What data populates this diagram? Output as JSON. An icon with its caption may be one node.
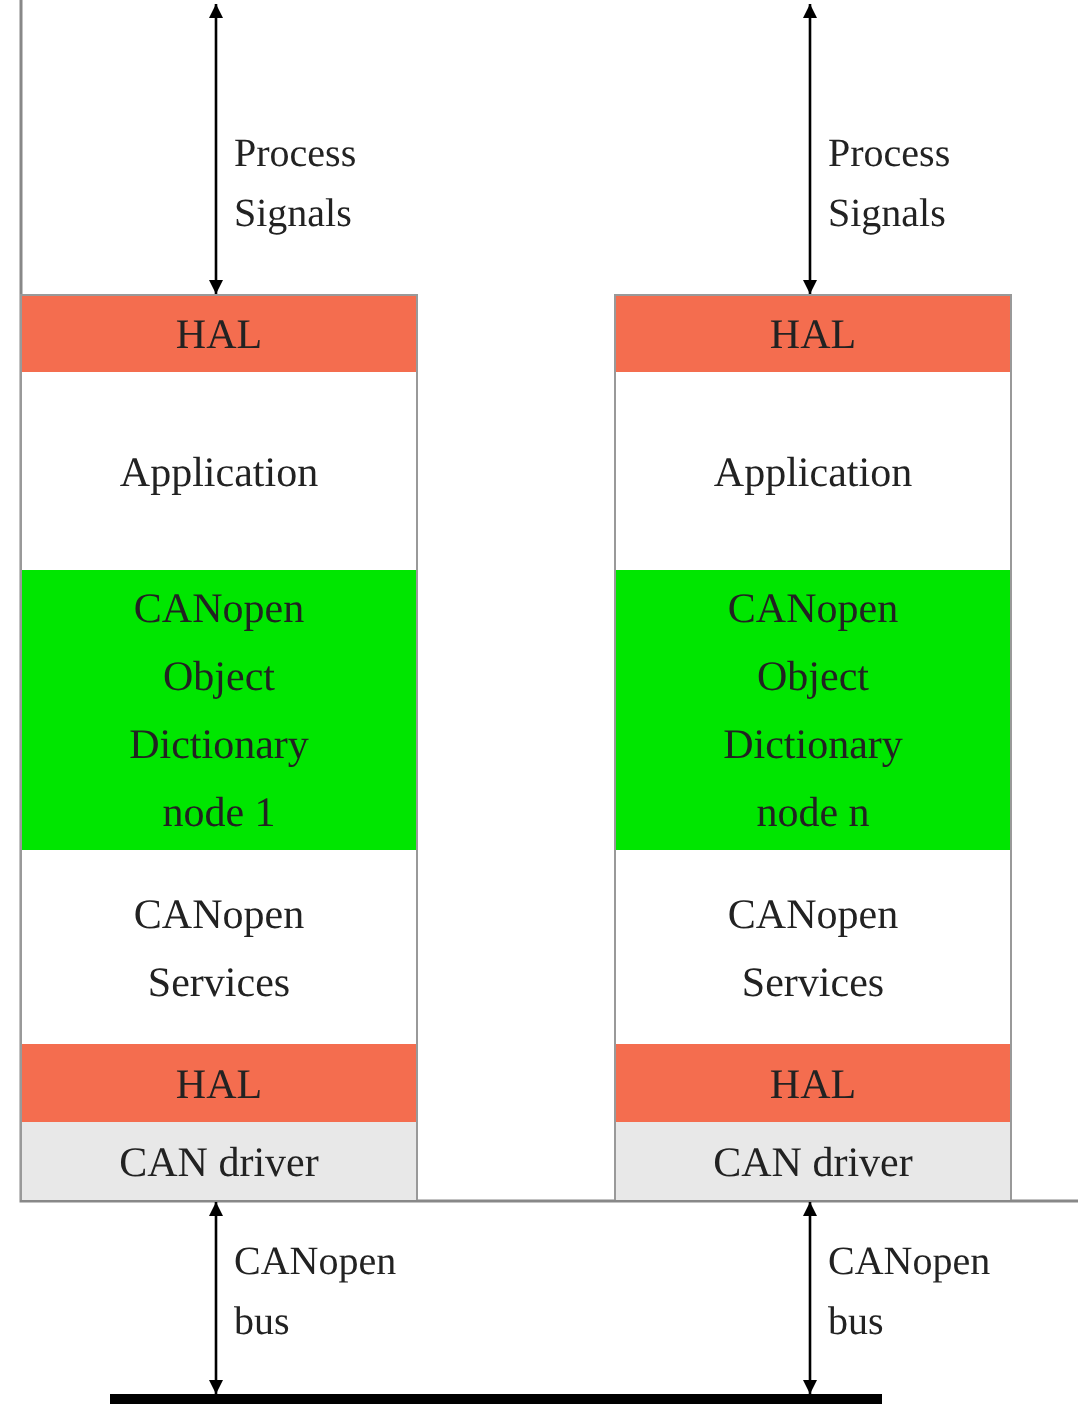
{
  "diagram": {
    "nodes": [
      {
        "text": [
          "HAL"
        ]
      },
      {
        "text": [
          "Application"
        ]
      },
      {
        "text": [
          "CANopen Object Dictionary node 1"
        ]
      },
      {
        "text": [
          "CANopen Services"
        ]
      },
      {
        "text": [
          "HAL"
        ]
      },
      {
        "text": [
          "CAN driver"
        ]
      },
      {
        "text": [
          "HAL"
        ]
      },
      {
        "text": [
          "Application"
        ]
      },
      {
        "text": [
          "CANopen Object Dictionary node n"
        ]
      },
      {
        "text": [
          "CANopen Services"
        ]
      },
      {
        "text": [
          "HAL"
        ]
      },
      {
        "text": [
          "CAN driver"
        ]
      },
      {
        "text": [],
        "shape": "bar"
      }
    ],
    "edges": [
      {
        "from": null,
        "to": 0,
        "arrow": "both",
        "label": "Process Signals"
      },
      {
        "from": null,
        "to": 6,
        "arrow": "both",
        "label": "Process Signals"
      },
      {
        "from": 5,
        "to": 12,
        "arrow": "both",
        "label": "CANopen bus"
      },
      {
        "from": 11,
        "to": 12,
        "arrow": "both",
        "label": "CANopen bus"
      }
    ]
  }
}
